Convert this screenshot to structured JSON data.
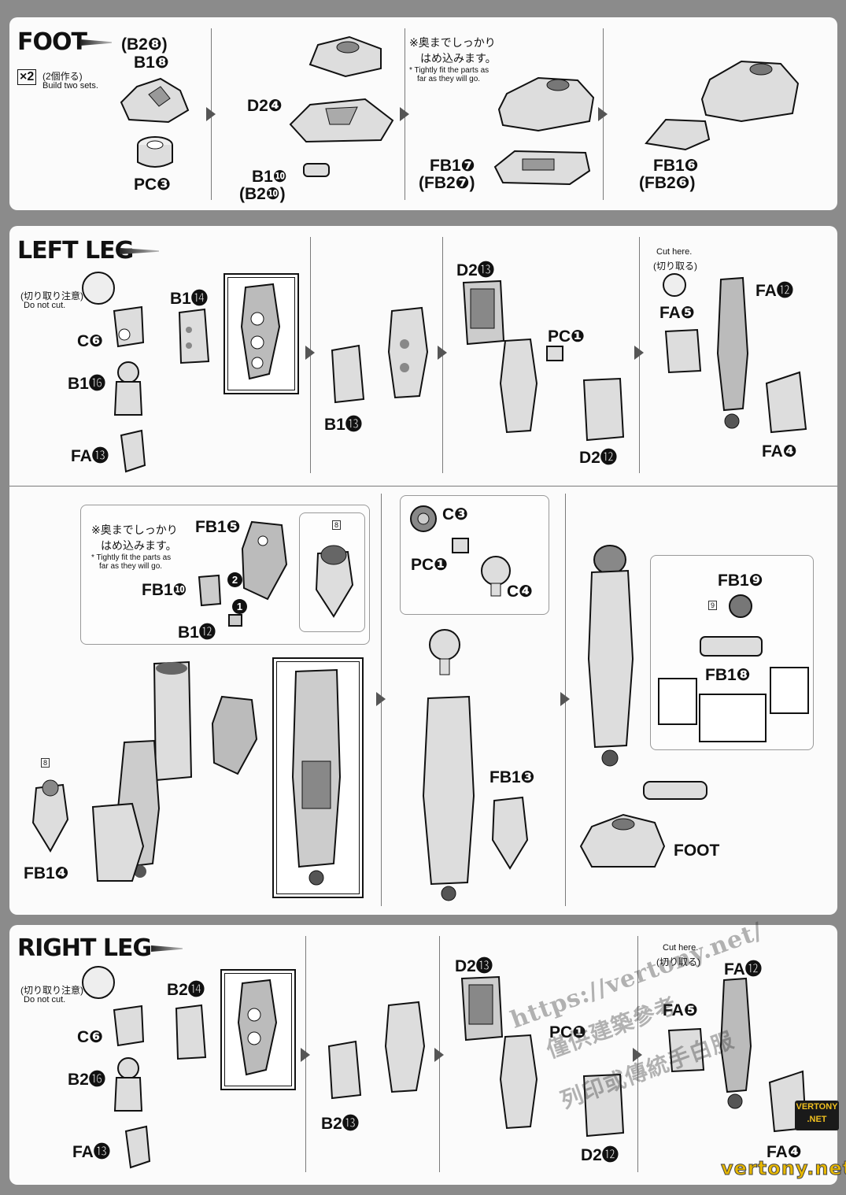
{
  "sections": {
    "foot": {
      "title": "FOOT",
      "build_count": "×2",
      "build_jp": "(2個作る)",
      "build_en": "Build two sets.",
      "step1_top": "(B2❽)",
      "step1_mid": "B1❽",
      "step1_bottom": "PC❸",
      "step2_a": "D2❹",
      "step2_b": "B1❿",
      "step2_c": "(B2❿)",
      "step3_jp1": "※奥までしっかり",
      "step3_jp2": "はめ込みます。",
      "step3_en1": "* Tightly fit the parts as",
      "step3_en2": "far as they will go.",
      "step3_a": "FB1❼",
      "step3_b": "(FB2❼)",
      "step4_a": "FB1❻",
      "step4_b": "(FB2❻)"
    },
    "left_leg": {
      "title": "LEFT LEG",
      "do_not_cut_jp": "(切り取り注意)",
      "do_not_cut_en": "Do not cut.",
      "p_b14": "B1⓮",
      "p_c6": "C❻",
      "p_b16": "B1⓰",
      "p_fa13": "FA⓭",
      "p_b13": "B1⓭",
      "p_d213": "D2⓭",
      "p_pc1": "PC❶",
      "p_d212": "D2⓬",
      "cut_here_en": "Cut here.",
      "cut_here_jp": "(切り取る)",
      "p_fa12": "FA⓬",
      "p_fa5": "FA❺",
      "p_fa4": "FA❹"
    },
    "leg_assembly": {
      "jp1": "※奥までしっかり",
      "jp2": "はめ込みます。",
      "en1": "* Tightly fit the parts as",
      "en2": "far as they will go.",
      "p_fb15": "FB1❺",
      "p_fb110": "FB1❿",
      "p_b112": "B1⓬",
      "step_1": "1",
      "step_2": "2",
      "badge_8": "8",
      "p_fb14": "FB1❹",
      "p_c3": "C❸",
      "p_pc1": "PC❶",
      "p_c4": "C❹",
      "p_fb13": "FB1❸",
      "p_fb19": "FB1❾",
      "badge_9": "9",
      "p_fb18": "FB1❽",
      "foot_ref": "FOOT"
    },
    "right_leg": {
      "title": "RIGHT LEG",
      "do_not_cut_jp": "(切り取り注意)",
      "do_not_cut_en": "Do not cut.",
      "p_b214": "B2⓮",
      "p_c6": "C❻",
      "p_b216": "B2⓰",
      "p_fa13": "FA⓭",
      "p_b213": "B2⓭",
      "p_d213": "D2⓭",
      "p_pc1": "PC❶",
      "p_d212": "D2⓬",
      "cut_here_en": "Cut here.",
      "cut_here_jp": "(切り取る)",
      "p_fa12": "FA⓬",
      "p_fa5": "FA❺",
      "p_fa4": "FA❹"
    }
  },
  "watermark": {
    "url": "https://vertony.net/",
    "cn1": "僅供建築參考",
    "cn2": "列印或傳統手白服",
    "logo_top": "VERTONY",
    "logo_bottom": ".NET",
    "footer_url": "vertony.net"
  }
}
